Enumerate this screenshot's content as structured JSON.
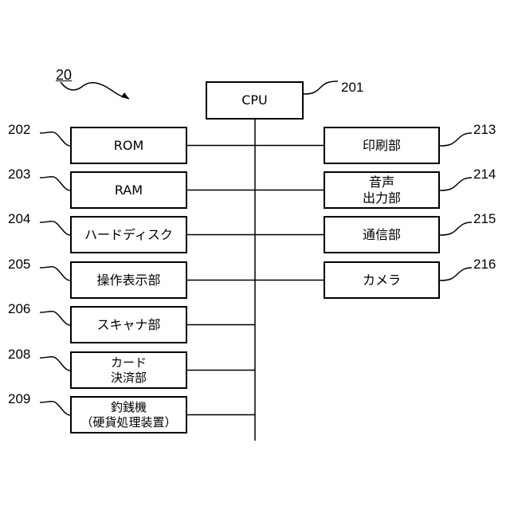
{
  "figure": {
    "label": "20"
  },
  "cpu": {
    "label": "CPU",
    "ref": "201"
  },
  "left_blocks": [
    {
      "label": "ROM",
      "ref": "202"
    },
    {
      "label": "RAM",
      "ref": "203"
    },
    {
      "label": "ハードディスク",
      "ref": "204"
    },
    {
      "label": "操作表示部",
      "ref": "205"
    },
    {
      "label": "スキャナ部",
      "ref": "206"
    },
    {
      "label": "カード\n決済部",
      "ref": "208"
    },
    {
      "label": "釣銭機\n（硬貨処理装置）",
      "ref": "209"
    }
  ],
  "right_blocks": [
    {
      "label": "印刷部",
      "ref": "213"
    },
    {
      "label": "音声\n出力部",
      "ref": "214"
    },
    {
      "label": "通信部",
      "ref": "215"
    },
    {
      "label": "カメラ",
      "ref": "216"
    }
  ]
}
